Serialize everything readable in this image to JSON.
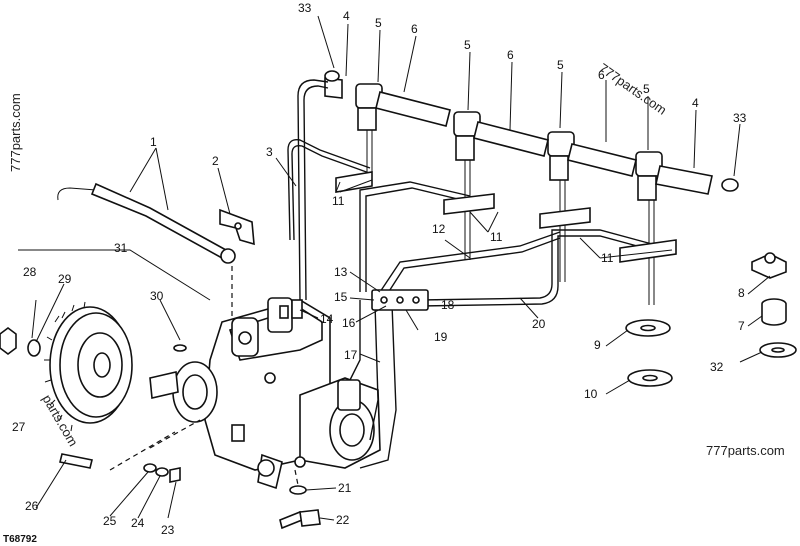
{
  "diagram": {
    "callouts": [
      "1",
      "2",
      "3",
      "4",
      "5",
      "6",
      "7",
      "8",
      "9",
      "10",
      "11",
      "12",
      "13",
      "14",
      "15",
      "16",
      "17",
      "18",
      "19",
      "20",
      "21",
      "22",
      "23",
      "24",
      "25",
      "26",
      "27",
      "28",
      "29",
      "30",
      "31",
      "32",
      "33"
    ],
    "watermarks": [
      "777parts.com",
      "777parts.com",
      "parts.com",
      "777parts.com"
    ],
    "figure_code": "T68792"
  }
}
